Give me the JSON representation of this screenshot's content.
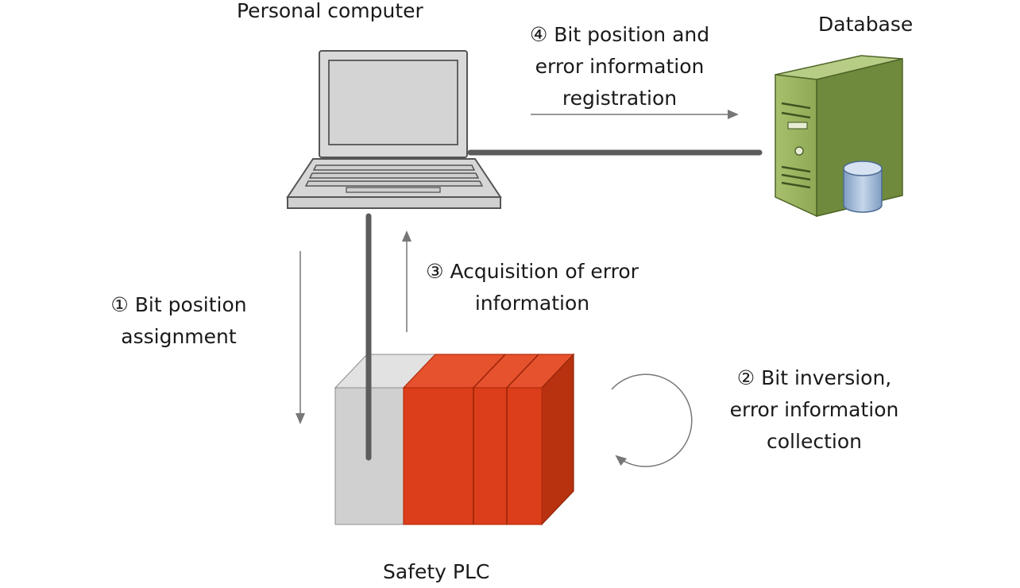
{
  "nodes": {
    "pc": {
      "label": "Personal computer"
    },
    "database": {
      "label": "Database"
    },
    "plc": {
      "label": "Safety PLC"
    }
  },
  "steps": [
    {
      "number": "①",
      "lines": [
        "Bit position",
        "assignment"
      ]
    },
    {
      "number": "②",
      "lines": [
        "Bit inversion,",
        "error information",
        "collection"
      ]
    },
    {
      "number": "③",
      "lines": [
        "Acquisition of error",
        "information"
      ]
    },
    {
      "number": "④",
      "lines": [
        "Bit position and",
        "error information",
        "registration"
      ]
    }
  ],
  "colors": {
    "laptop_body": "#d6d6d6",
    "laptop_outline": "#555555",
    "server_green": "#9fb765",
    "server_green_dark": "#6f8a3c",
    "database_cylinder": "#9fb8d8",
    "plc_red": "#dc3d1a",
    "plc_gray": "#d0d0d0",
    "link_line": "#5c5c5c",
    "arrow_gray": "#777777"
  }
}
